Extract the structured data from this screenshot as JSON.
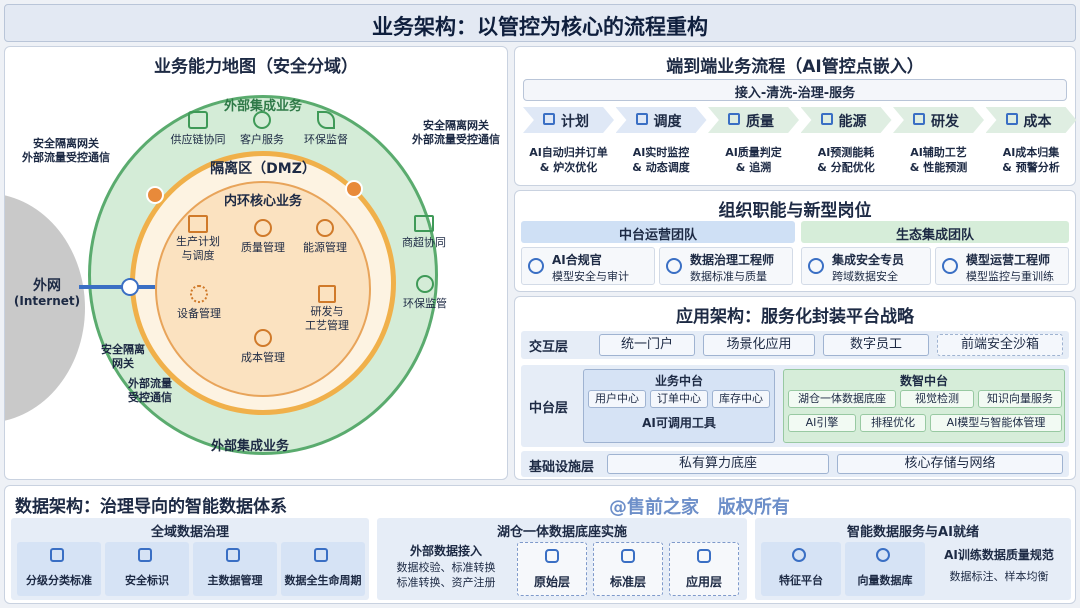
{
  "header": {
    "title": "业务架构：以管控为核心的流程重构"
  },
  "capability_map": {
    "title": "业务能力地图（安全分域）",
    "outer_ring_top": "外部集成业务",
    "outer_ring_bottom": "外部集成业务",
    "outer_items": [
      "供应链协同",
      "客户服务",
      "环保监督"
    ],
    "right_items": [
      "商超协同",
      "环保监管"
    ],
    "dmz_label": "隔离区（DMZ）",
    "core_title": "内环核心业务",
    "core_items": [
      "生产计划\n与调度",
      "质量管理",
      "能源管理",
      "设备管理",
      "研发与\n工艺管理",
      "成本管理"
    ],
    "internet_label": "外网",
    "internet_sub": "(Internet)",
    "gw_left_top": "安全隔离网关\n外部流量受控通信",
    "gw_right_top": "安全隔离网关\n外部流量受控通信",
    "gw_left_bottom_1": "安全隔离\n网关",
    "gw_left_bottom_2": "外部流量\n受控通信"
  },
  "e2e": {
    "title": "端到端业务流程（AI管控点嵌入）",
    "flow": "接入-清洗-治理-服务",
    "steps": [
      {
        "label": "计划",
        "desc": "AI自动归并订单\n& 炉次优化"
      },
      {
        "label": "调度",
        "desc": "AI实时监控\n& 动态调度"
      },
      {
        "label": "质量",
        "desc": "AI质量判定\n& 追溯"
      },
      {
        "label": "能源",
        "desc": "AI预测能耗\n& 分配优化"
      },
      {
        "label": "研发",
        "desc": "AI辅助工艺\n& 性能预测"
      },
      {
        "label": "成本",
        "desc": "AI成本归集\n& 预警分析"
      }
    ]
  },
  "org": {
    "title": "组织职能与新型岗位",
    "team1": "中台运营团队",
    "team2": "生态集成团队",
    "roles": [
      {
        "name": "AI合规官",
        "desc": "模型安全与审计"
      },
      {
        "name": "数据治理工程师",
        "desc": "数据标准与质量"
      },
      {
        "name": "集成安全专员",
        "desc": "跨域数据安全"
      },
      {
        "name": "模型运营工程师",
        "desc": "模型监控与重训练"
      }
    ]
  },
  "app": {
    "title": "应用架构：服务化封装平台战略",
    "interaction": {
      "label": "交互层",
      "items": [
        "统一门户",
        "场景化应用",
        "数字员工",
        "前端安全沙箱"
      ]
    },
    "middle": {
      "label": "中台层",
      "biz_title": "业务中台",
      "biz_items": [
        "用户中心",
        "订单中心",
        "库存中心"
      ],
      "biz_tool": "AI可调用工具",
      "intel_title": "数智中台",
      "intel_items": [
        "湖仓一体数据底座",
        "视觉检测",
        "知识向量服务",
        "AI引擎",
        "排程优化",
        "AI模型与智能体管理"
      ]
    },
    "infra": {
      "label": "基础设施层",
      "items": [
        "私有算力底座",
        "核心存储与网络"
      ]
    }
  },
  "data_arch": {
    "title": "数据架构：治理导向的智能数据体系",
    "watermark": "@售前之家   版权所有",
    "gov_title": "全域数据治理",
    "gov_items": [
      "分级分类标准",
      "安全标识",
      "主数据管理",
      "数据全生命周期"
    ],
    "lake_title": "湖仓一体数据底座实施",
    "lake_ext_title": "外部数据接入",
    "lake_ext_desc": "数据校验、标准转换\n标准转换、资产注册",
    "lake_layers": [
      "原始层",
      "标准层",
      "应用层"
    ],
    "svc_title": "智能数据服务与AI就绪",
    "svc_items": [
      "特征平台",
      "向量数据库"
    ],
    "svc_ai_title": "AI训练数据质量规范",
    "svc_ai_desc": "数据标注、样本均衡"
  },
  "colors": {
    "navy": "#1d2a44",
    "ring": "#5aab6e",
    "dmz": "#f0b04a",
    "core": "#fbe2c0",
    "blue": "#3a6fc4",
    "green": "#3f9a58"
  }
}
